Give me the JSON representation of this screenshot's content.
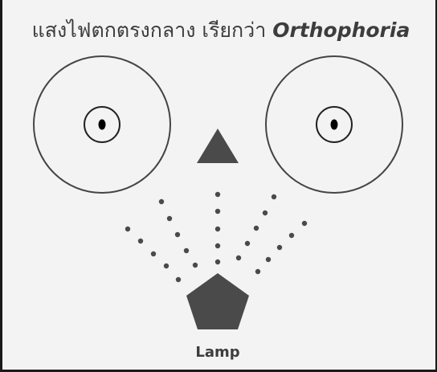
{
  "title": {
    "thai": "แสงไฟตกตรงกลาง เรียกว่า ",
    "term": "Orthophoria"
  },
  "diagram": {
    "lamp_label": "Lamp"
  }
}
